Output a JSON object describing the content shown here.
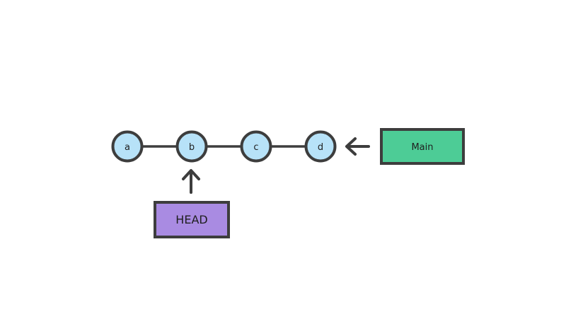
{
  "diagram": {
    "title": "git-commit-graph",
    "nodes": [
      {
        "label": "a"
      },
      {
        "label": "b"
      },
      {
        "label": "c"
      },
      {
        "label": "d"
      }
    ],
    "branch_pointer": {
      "label": "Main",
      "points_to": "d"
    },
    "head_pointer": {
      "label": "HEAD",
      "points_to": "b"
    },
    "colors": {
      "node_fill": "#b7e2f8",
      "branch_fill": "#4dcc96",
      "head_fill": "#a98be2",
      "stroke": "#3d3d3d",
      "background": "#ffffff",
      "text": "#1f1f1f"
    }
  }
}
